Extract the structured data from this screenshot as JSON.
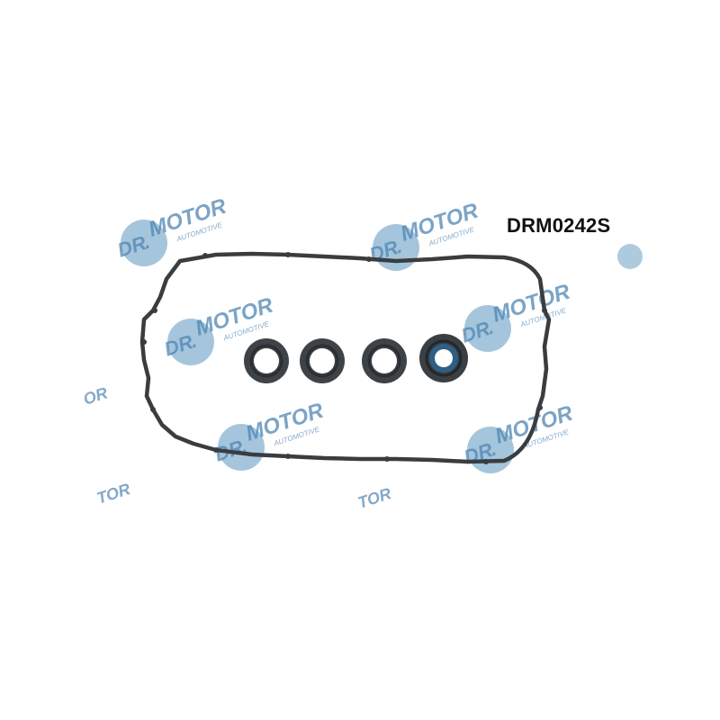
{
  "product": {
    "part_number": "DRM0242S"
  },
  "watermark": {
    "brand": "DR.MOTOR",
    "tagline": "AUTOMOTIVE",
    "color": "#5b95bf"
  },
  "parts": {
    "gasket_color": "#3a3d40",
    "seal_count": 4
  }
}
